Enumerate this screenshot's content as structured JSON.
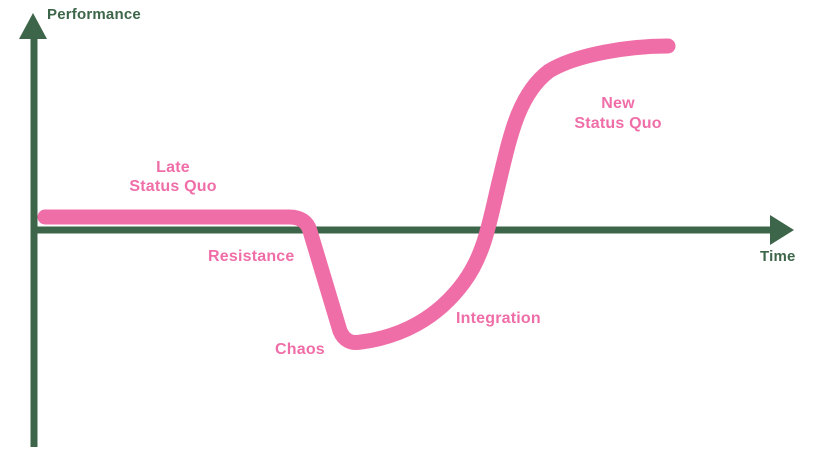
{
  "colors": {
    "pink": "#F06EA8",
    "green": "#3D6549"
  },
  "axes": {
    "y_label": "Performance",
    "x_label": "Time"
  },
  "stages": {
    "late_status_quo": {
      "line1": "Late",
      "line2": "Status Quo"
    },
    "resistance": "Resistance",
    "chaos": "Chaos",
    "integration": "Integration",
    "new_status_quo": {
      "line1": "New",
      "line2": "Status Quo"
    }
  }
}
